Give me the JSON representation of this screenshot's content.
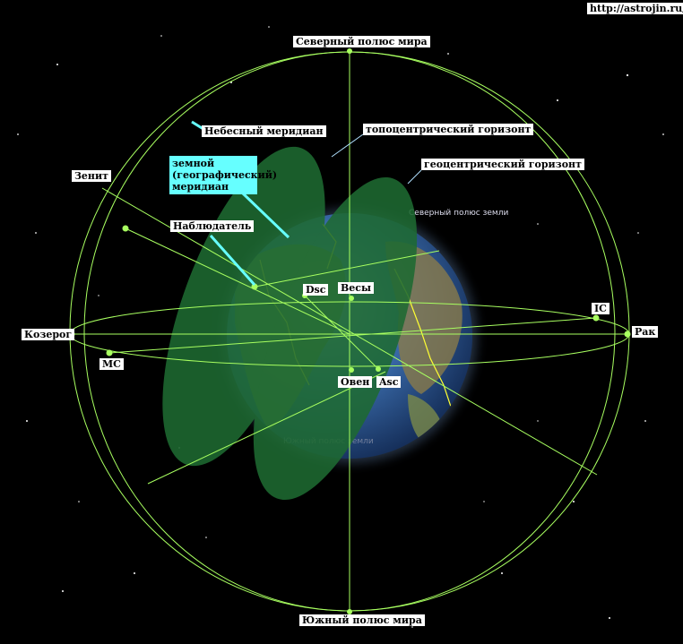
{
  "site_url": "http://astrojin.ru/",
  "colors": {
    "background": "#000000",
    "circle": "#a8ff60",
    "horizon_plane": "#1e6a32",
    "earth_ocean": "#2d5fa8",
    "earth_land": "#6c8a3a",
    "earth_borders": "#ffff33",
    "label_bg": "#ffffff",
    "highlight_label_bg": "#66ffff",
    "pointer_line": "#66ffff"
  },
  "labels": {
    "north_celestial_pole": "Северный полюс мира",
    "south_celestial_pole": "Южный полюс мира",
    "celestial_meridian": "Небесный меридиан",
    "topocentric_horizon": "топоцентрический горизонт",
    "geocentric_horizon": "геоцентрический горизонт",
    "earth_meridian": "земной (географический) меридиан",
    "zenith": "Зенит",
    "observer": "Наблюдатель",
    "capricorn": "Козерог",
    "cancer": "Рак",
    "libra": "Весы",
    "aries": "Овен",
    "descendant": "Dsc",
    "ascendant": "Asc",
    "midheaven": "MC",
    "imum_coeli": "IC",
    "earth_north_pole": "Северный полюс земли",
    "earth_south_pole": "Южный полюс земли"
  }
}
